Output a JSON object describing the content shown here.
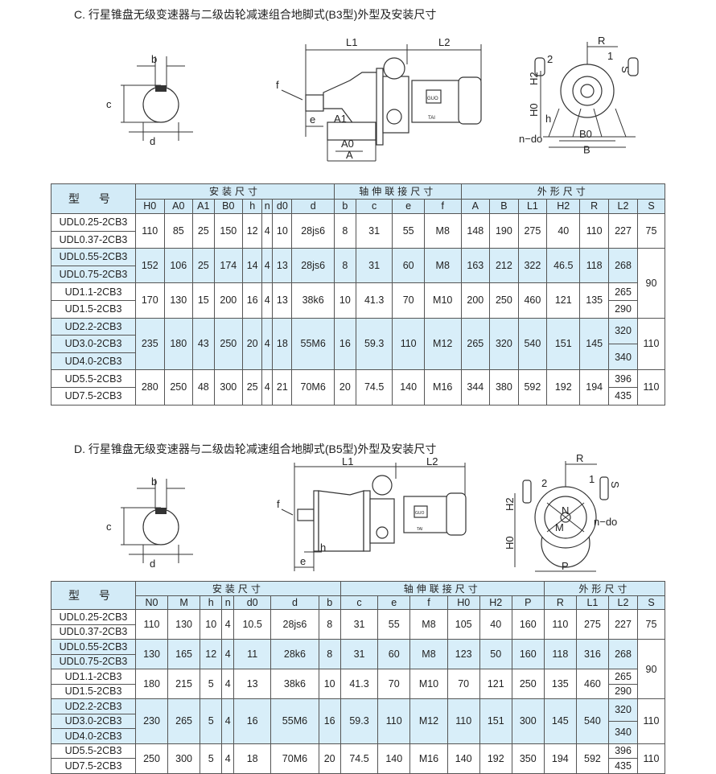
{
  "section_c": {
    "title": "C.  行星锥盘无级变速器与二级齿轮减速组合地脚式(B3型)外型及安装尺寸",
    "shaft_labels": {
      "b": "b",
      "c": "c",
      "d": "d"
    },
    "side_labels": {
      "L1": "L1",
      "L2": "L2",
      "f": "f",
      "e": "e",
      "A1": "A1",
      "A0": "A0",
      "A": "A",
      "brand1": "GUO",
      "brand2": "TAI"
    },
    "end_labels": {
      "R": "R",
      "n1": "1",
      "n2": "2",
      "S": "S",
      "H2": "H2",
      "H0": "H0",
      "h": "h",
      "ndo": "n−do",
      "B0": "B0",
      "B": "B"
    },
    "table": {
      "model_header": "型  号",
      "groups": [
        {
          "label": "安装尺寸",
          "span": 8
        },
        {
          "label": "轴伸联接尺寸",
          "span": 4
        },
        {
          "label": "外形尺寸",
          "span": 7
        }
      ],
      "columns": [
        "H0",
        "A0",
        "A1",
        "B0",
        "h",
        "n",
        "d0",
        "d",
        "b",
        "c",
        "e",
        "f",
        "A",
        "B",
        "L1",
        "H2",
        "R",
        "L2",
        "S"
      ],
      "rows": [
        {
          "models": [
            "UDL0.25-2CB3",
            "UDL0.37-2CB3"
          ],
          "values": [
            "110",
            "85",
            "25",
            "150",
            "12",
            "4",
            "10",
            "28js6",
            "8",
            "31",
            "55",
            "M8",
            "148",
            "190",
            "275",
            "40",
            "110"
          ],
          "L2": [
            "227"
          ],
          "S": "75"
        },
        {
          "models": [
            "UDL0.55-2CB3",
            "UDL0.75-2CB3"
          ],
          "values": [
            "152",
            "106",
            "25",
            "174",
            "14",
            "4",
            "13",
            "28js6",
            "8",
            "31",
            "60",
            "M8",
            "163",
            "212",
            "322",
            "46.5",
            "118"
          ],
          "L2": [
            "268"
          ],
          "S": "90"
        },
        {
          "models": [
            "UD1.1-2CB3",
            "UD1.5-2CB3"
          ],
          "values": [
            "170",
            "130",
            "15",
            "200",
            "16",
            "4",
            "13",
            "38k6",
            "10",
            "41.3",
            "70",
            "M10",
            "200",
            "250",
            "460",
            "121",
            "135"
          ],
          "L2": [
            "265",
            "290"
          ],
          "S": null
        },
        {
          "models": [
            "UD2.2-2CB3",
            "UD3.0-2CB3",
            "UD4.0-2CB3"
          ],
          "values": [
            "235",
            "180",
            "43",
            "250",
            "20",
            "4",
            "18",
            "55M6",
            "16",
            "59.3",
            "110",
            "M12",
            "265",
            "320",
            "540",
            "151",
            "145"
          ],
          "L2": [
            "320",
            "340"
          ],
          "S": "110"
        },
        {
          "models": [
            "UD5.5-2CB3",
            "UD7.5-2CB3"
          ],
          "values": [
            "280",
            "250",
            "48",
            "300",
            "25",
            "4",
            "21",
            "70M6",
            "20",
            "74.5",
            "140",
            "M16",
            "344",
            "380",
            "592",
            "192",
            "194"
          ],
          "L2": [
            "396",
            "435"
          ],
          "S": "110"
        }
      ]
    }
  },
  "section_d": {
    "title": "D.  行星锥盘无级变速器与二级齿轮减速组合地脚式(B5型)外型及安装尺寸",
    "shaft_labels": {
      "b": "b",
      "c": "c",
      "d": "d"
    },
    "side_labels": {
      "L1": "L1",
      "L2": "L2",
      "f": "f",
      "e": "e",
      "h": "h",
      "brand1": "GUO",
      "brand2": "TAI"
    },
    "end_labels": {
      "R": "R",
      "n1": "1",
      "n2": "2",
      "S": "S",
      "H2": "H2",
      "H0": "H0",
      "N": "N",
      "M": "M",
      "ndo": "n−do",
      "P": "P"
    },
    "table": {
      "model_header": "型  号",
      "groups": [
        {
          "label": "安装尺寸",
          "span": 7
        },
        {
          "label": "轴伸联接尺寸",
          "span": 6
        },
        {
          "label": "外形尺寸",
          "span": 4
        }
      ],
      "columns": [
        "N0",
        "M",
        "h",
        "n",
        "d0",
        "d",
        "b",
        "c",
        "e",
        "f",
        "H0",
        "H2",
        "P",
        "R",
        "L1",
        "L2",
        "S"
      ],
      "rows": [
        {
          "models": [
            "UDL0.25-2CB3",
            "UDL0.37-2CB3"
          ],
          "values": [
            "110",
            "130",
            "10",
            "4",
            "10.5",
            "28js6",
            "8",
            "31",
            "55",
            "M8",
            "105",
            "40",
            "160",
            "110",
            "275"
          ],
          "L2": [
            "227"
          ],
          "S": "75"
        },
        {
          "models": [
            "UDL0.55-2CB3",
            "UDL0.75-2CB3"
          ],
          "values": [
            "130",
            "165",
            "12",
            "4",
            "11",
            "28k6",
            "8",
            "31",
            "60",
            "M8",
            "123",
            "50",
            "160",
            "118",
            "316"
          ],
          "L2": [
            "268"
          ],
          "S": "90"
        },
        {
          "models": [
            "UD1.1-2CB3",
            "UD1.5-2CB3"
          ],
          "values": [
            "180",
            "215",
            "5",
            "4",
            "13",
            "38k6",
            "10",
            "41.3",
            "70",
            "M10",
            "70",
            "121",
            "250",
            "135",
            "460"
          ],
          "L2": [
            "265",
            "290"
          ],
          "S": null
        },
        {
          "models": [
            "UD2.2-2CB3",
            "UD3.0-2CB3",
            "UD4.0-2CB3"
          ],
          "values": [
            "230",
            "265",
            "5",
            "4",
            "16",
            "55M6",
            "16",
            "59.3",
            "110",
            "M12",
            "110",
            "151",
            "300",
            "145",
            "540"
          ],
          "L2": [
            "320",
            "340"
          ],
          "S": "110"
        },
        {
          "models": [
            "UD5.5-2CB3",
            "UD7.5-2CB3"
          ],
          "values": [
            "250",
            "300",
            "5",
            "4",
            "18",
            "70M6",
            "20",
            "74.5",
            "140",
            "M16",
            "140",
            "192",
            "350",
            "194",
            "592"
          ],
          "L2": [
            "396",
            "435"
          ],
          "S": "110"
        }
      ]
    }
  }
}
